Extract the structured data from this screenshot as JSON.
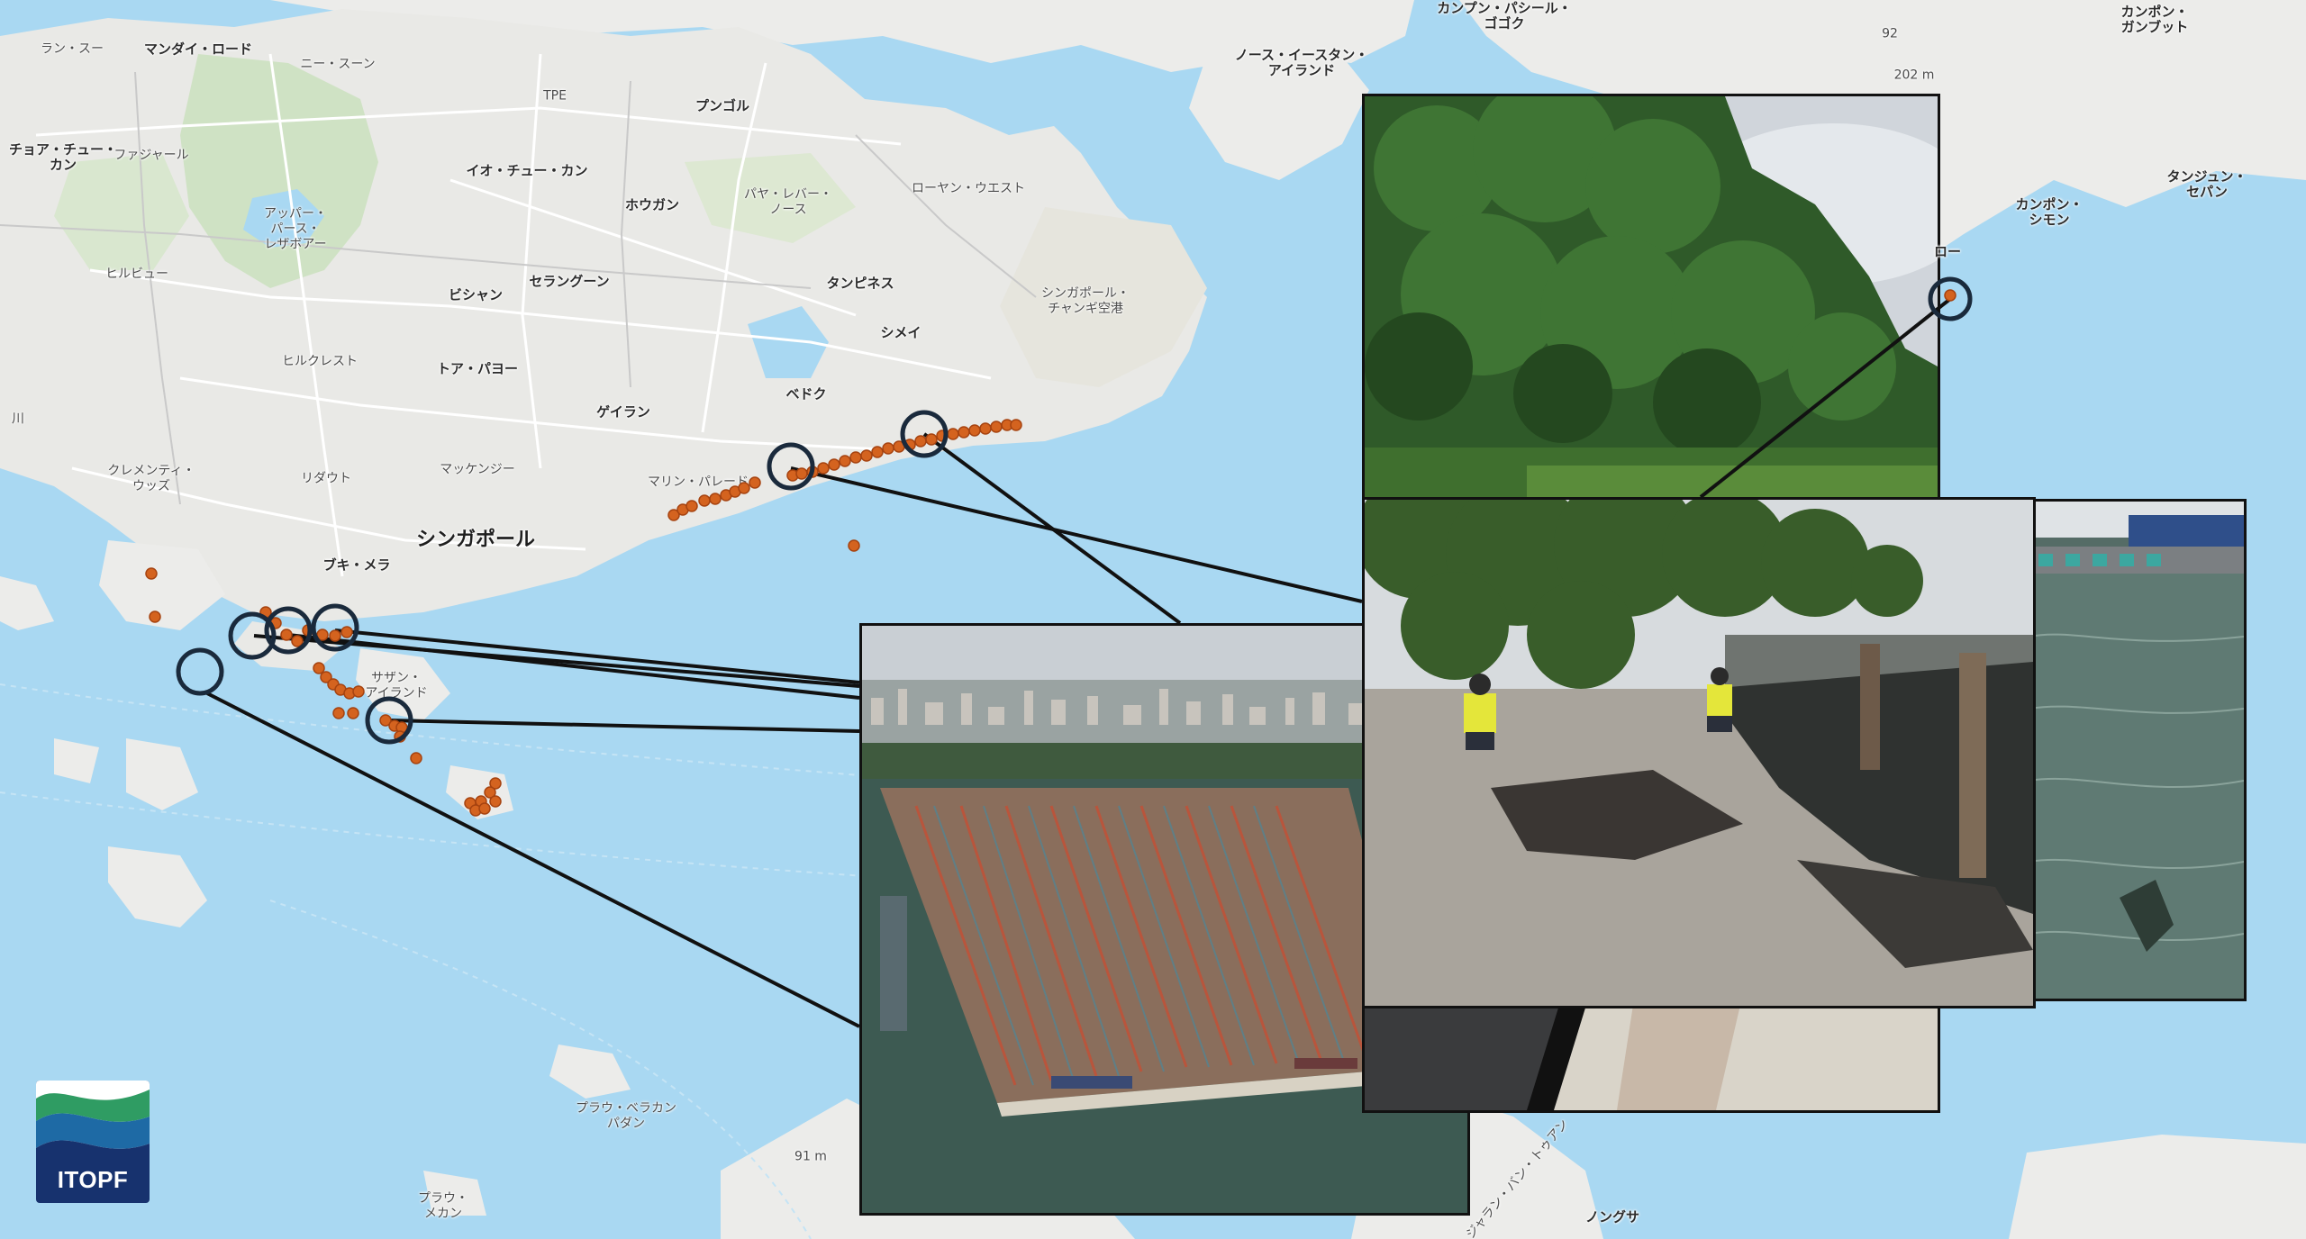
{
  "map": {
    "labels": [
      {
        "id": "lan-su",
        "text": "ラン・スー",
        "minor": true
      },
      {
        "id": "mandai-road",
        "text": "マンダイ・ロード"
      },
      {
        "id": "ni-sun",
        "text": "ニー・スーン",
        "minor": true
      },
      {
        "id": "punggol",
        "text": "プンゴル"
      },
      {
        "id": "choa-chu-kang",
        "text": "チョア・チュー・\nカン"
      },
      {
        "id": "fajar",
        "text": "ファジャール",
        "minor": true
      },
      {
        "id": "yio-chu-kang",
        "text": "イオ・チュー・カン"
      },
      {
        "id": "hougang",
        "text": "ホウガン"
      },
      {
        "id": "pasir-ris-north",
        "text": "パヤ・レバー・\nノース",
        "minor": true
      },
      {
        "id": "loyang-west",
        "text": "ローヤン・ウエスト",
        "minor": true
      },
      {
        "id": "upper-peirce",
        "text": "アッパー・\nパース・\nレザボアー",
        "minor": true
      },
      {
        "id": "hillview",
        "text": "ヒルビュー",
        "minor": true
      },
      {
        "id": "bishan",
        "text": "ビシャン"
      },
      {
        "id": "serangoon",
        "text": "セラングーン"
      },
      {
        "id": "tampines",
        "text": "タンピネス"
      },
      {
        "id": "changi-airport",
        "text": "シンガポール・\nチャンギ空港",
        "minor": true
      },
      {
        "id": "simei",
        "text": "シメイ"
      },
      {
        "id": "hillcrest",
        "text": "ヒルクレスト",
        "minor": true
      },
      {
        "id": "toa-payoh",
        "text": "トア・パヨー"
      },
      {
        "id": "geylang",
        "text": "ゲイラン"
      },
      {
        "id": "bedok",
        "text": "ベドク"
      },
      {
        "id": "clementi-woods",
        "text": "クレメンティ・\nウッズ",
        "minor": true
      },
      {
        "id": "ridout",
        "text": "リダウト",
        "minor": true
      },
      {
        "id": "mackenzie",
        "text": "マッケンジー",
        "minor": true
      },
      {
        "id": "marine-parade",
        "text": "マリン・パレード",
        "minor": true
      },
      {
        "id": "singapore",
        "text": "シンガポール",
        "city": true
      },
      {
        "id": "bukit-merah",
        "text": "ブキ・メラ"
      },
      {
        "id": "southern-islands",
        "text": "サザン・\nアイランド",
        "minor": true
      },
      {
        "id": "north-eastern-islands",
        "text": "ノース・イースタン・\nアイランド"
      },
      {
        "id": "kampong-pasir-gogok",
        "text": "カンプン・パシール・\nゴゴク"
      },
      {
        "id": "kampong-ganbut",
        "text": "カンポン・\nガンブット"
      },
      {
        "id": "tanjung-sepan",
        "text": "タンジュン・\nセパン"
      },
      {
        "id": "kampong-simon",
        "text": "カンポン・\nシモン"
      },
      {
        "id": "ro",
        "text": "ロー"
      },
      {
        "id": "pulau-belakang-padang",
        "text": "プラウ・ベラカン\nパダン",
        "minor": true
      },
      {
        "id": "pulau-mekan",
        "text": "プラウ・\nメカン",
        "minor": true
      },
      {
        "id": "nongsa",
        "text": "ノングサ"
      },
      {
        "id": "sea-depth-1",
        "text": "91 m",
        "minor": true
      },
      {
        "id": "sea-depth-2",
        "text": "202 m",
        "minor": true
      },
      {
        "id": "road-92",
        "text": "92",
        "minor": true
      },
      {
        "id": "road-tpe",
        "text": "TPE",
        "minor": true
      },
      {
        "id": "johor-strait-kampung",
        "text": "ジャラン・バン・トゥアン",
        "minor": true
      },
      {
        "id": "left-edge",
        "text": "川",
        "minor": true
      }
    ]
  },
  "photos": {
    "container_port": {
      "label": "container-port-aerial-photo"
    },
    "trees": {
      "label": "trees-photo"
    },
    "beach": {
      "label": "oiled-beach-photo"
    },
    "harbour": {
      "label": "harbour-oily-water-photo"
    },
    "shoreline": {
      "label": "oiled-shoreline-photo"
    }
  },
  "legend": {
    "oil_marker_color": "#d4631f",
    "circle_color": "#1a2a3c"
  },
  "logo": {
    "text": "ITOPF",
    "bg_color": "#17326e"
  }
}
